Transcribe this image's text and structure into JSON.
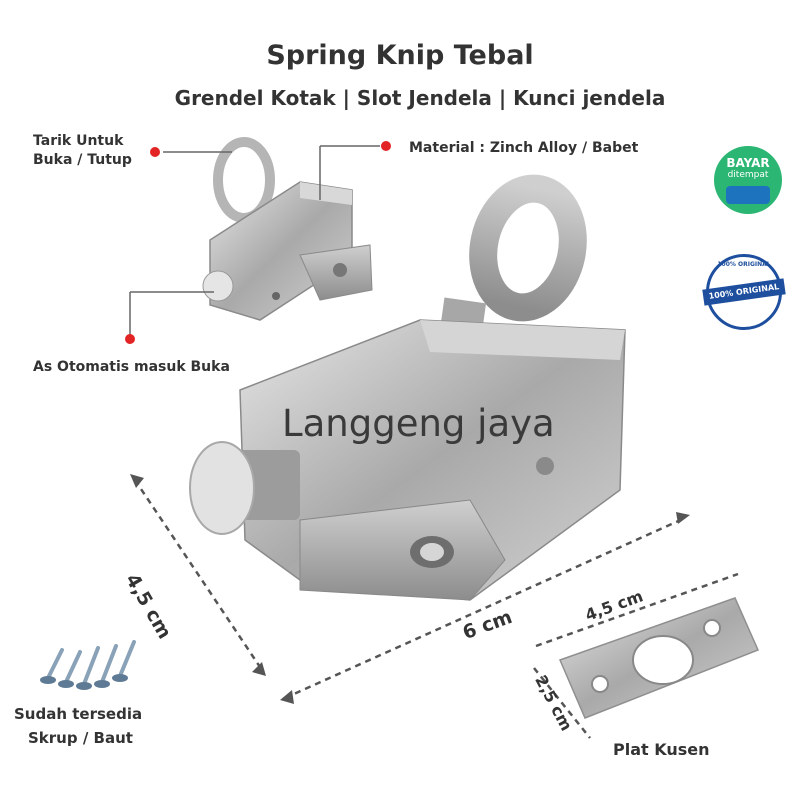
{
  "title": "Spring Knip Tebal",
  "subtitle": "Grendel Kotak | Slot Jendela | Kunci jendela",
  "callouts": {
    "pull": "Tarik Untuk\nBuka / Tutup",
    "material": "Material : Zinch Alloy / Babet",
    "auto": "As Otomatis masuk Buka"
  },
  "watermark": "Langgeng jaya",
  "dimensions": {
    "height": "4,5 cm",
    "length": "6 cm",
    "plate_width": "4,5 cm",
    "plate_height": "2,5 cm"
  },
  "plate_label": "Plat Kusen",
  "screws": {
    "line1": "Sudah tersedia",
    "line2": "Skrup / Baut"
  },
  "badges": {
    "cod_top": "BAYAR",
    "cod_bottom": "ditempat",
    "original_ring": "100% ORIGINAL",
    "original_center": "100% ORIGINAL"
  },
  "colors": {
    "accent_red": "#e32424",
    "cod_green": "#2bb673",
    "cod_blue": "#1e73be",
    "original_blue": "#1d4f9e"
  }
}
